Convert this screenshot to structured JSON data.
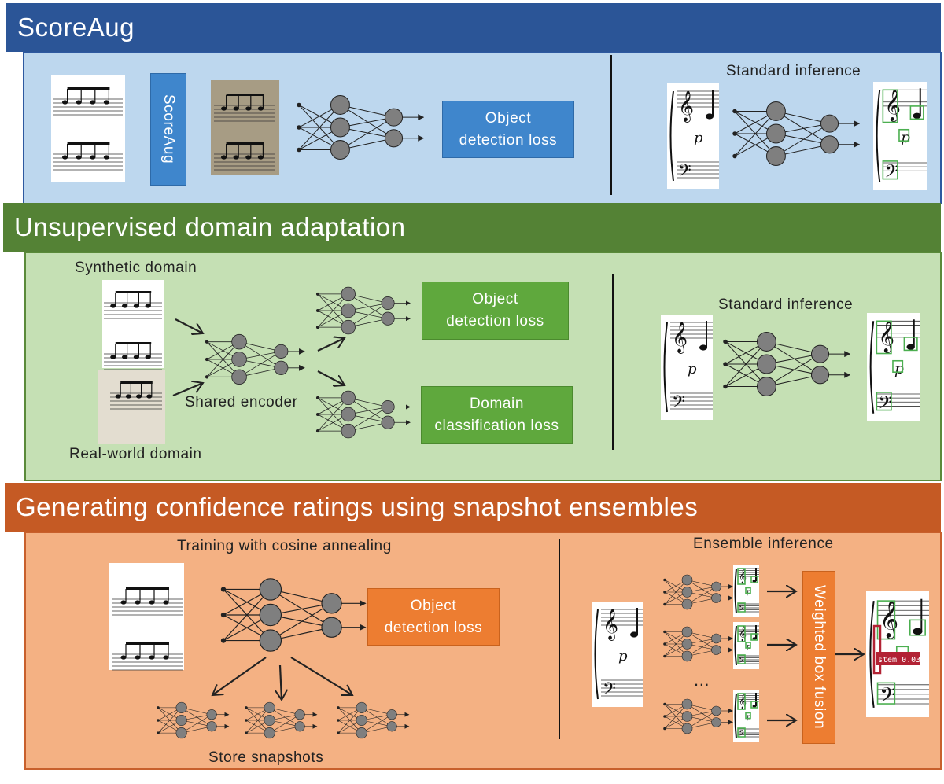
{
  "sections": {
    "scoreaug": {
      "title": "ScoreAug",
      "aug_box_label": "ScoreAug",
      "loss_label": "Object\ndetection loss",
      "inference_label": "Standard inference"
    },
    "uda": {
      "title": "Unsupervised domain adaptation",
      "synthetic_label": "Synthetic domain",
      "real_label": "Real-world domain",
      "encoder_label": "Shared encoder",
      "object_loss_label": "Object\ndetection loss",
      "domain_loss_label": "Domain\nclassification loss",
      "inference_label": "Standard inference"
    },
    "ensemble": {
      "title": "Generating confidence ratings using snapshot ensembles",
      "training_label": "Training with cosine annealing",
      "loss_label": "Object\ndetection loss",
      "snapshots_label": "Store snapshots",
      "inference_label": "Ensemble inference",
      "ellipsis": "...",
      "fusion_label": "Weighted box fusion",
      "confidence_tag": "stem 0.03"
    }
  },
  "colors": {
    "scoreaug_header": "#2b5597",
    "scoreaug_panel": "#bdd7ee",
    "scoreaug_border": "#2e59a0",
    "blue_box": "#3f86cc",
    "uda_header": "#548235",
    "uda_panel": "#c5e0b4",
    "uda_border": "#5a8a3a",
    "green_box": "#5fa83d",
    "ens_header": "#c55a24",
    "ens_panel": "#f4b183",
    "ens_border": "#c8602c",
    "orange_box": "#ed7d31",
    "node": "#7f7f7f",
    "detection_box": "#4caf50"
  }
}
